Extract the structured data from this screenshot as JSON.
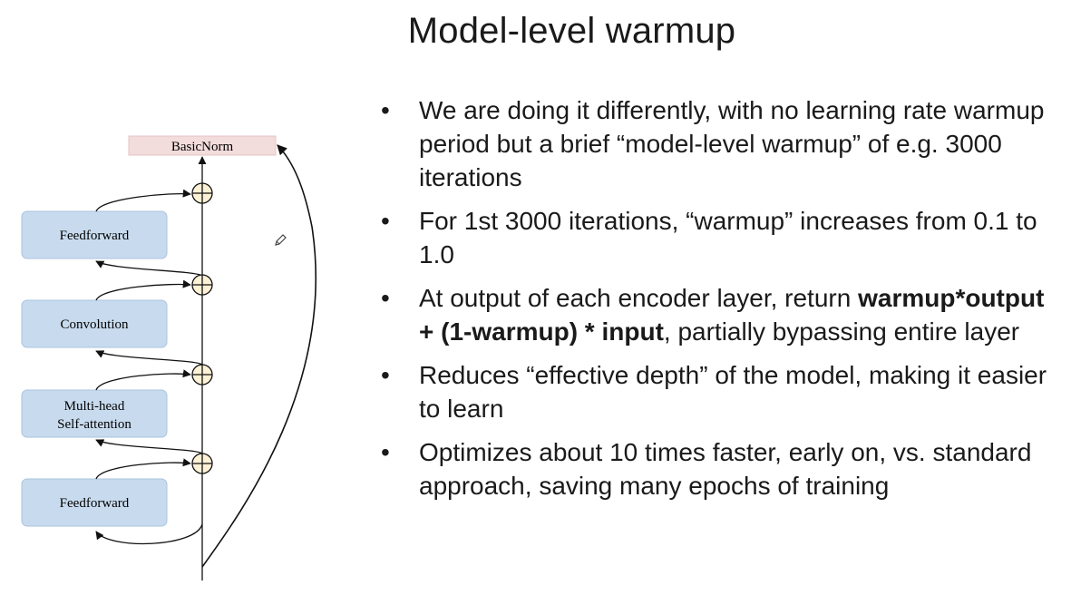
{
  "title": "Model-level warmup",
  "diagram": {
    "top_label": "BasicNorm",
    "blocks": [
      {
        "line1": "Feedforward",
        "line2": ""
      },
      {
        "line1": "Convolution",
        "line2": ""
      },
      {
        "line1": "Multi-head",
        "line2": "Self-attention"
      },
      {
        "line1": "Feedforward",
        "line2": ""
      }
    ]
  },
  "bullets": [
    {
      "text": "We are doing it differently, with no learning rate warmup period but a brief “model-level warmup” of e.g. 3000 iterations"
    },
    {
      "text": "For 1st 3000 iterations, “warmup” increases from 0.1 to 1.0"
    },
    {
      "pre": "At output of each encoder layer, return ",
      "bold": "warmup*output + (1-warmup) * input",
      "post": ", partially bypassing entire layer"
    },
    {
      "text": "Reduces “effective depth” of the model, making it easier to learn"
    },
    {
      "text": "Optimizes about 10 times faster, early on, vs. standard approach, saving many epochs of training"
    }
  ],
  "colors": {
    "block_fill": "#c8dbee",
    "block_stroke": "#a9c3df",
    "norm_fill": "#f3dcdc",
    "adder_fill": "#fdf1d6"
  }
}
